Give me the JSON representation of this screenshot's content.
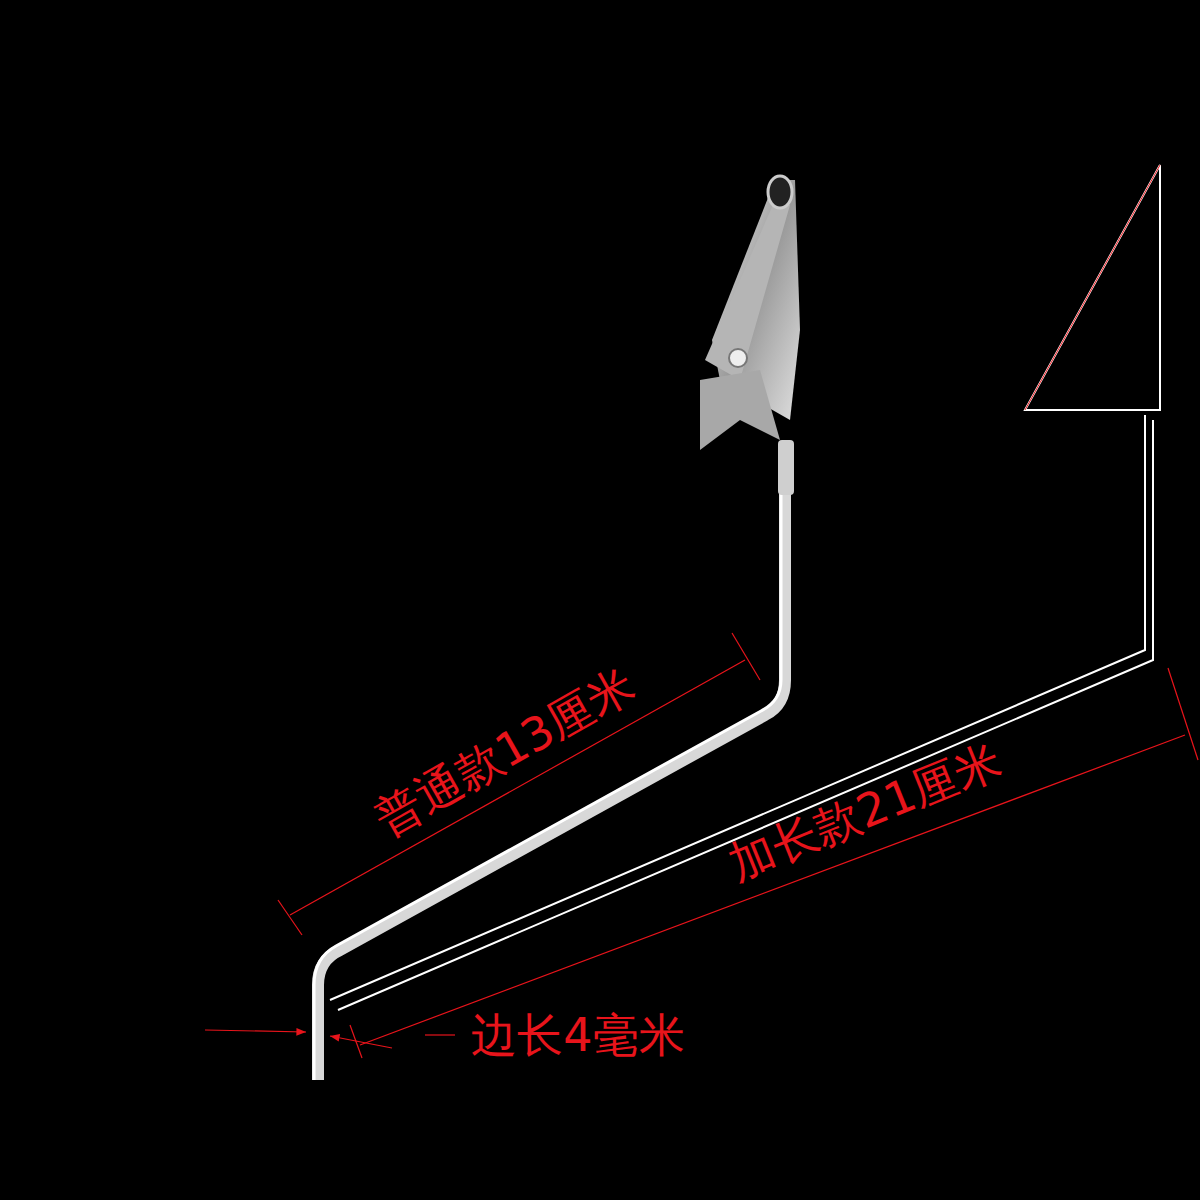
{
  "diagram": {
    "labels": [
      "普通款13厘米",
      "加长款21厘米",
      "边长4毫米"
    ]
  }
}
